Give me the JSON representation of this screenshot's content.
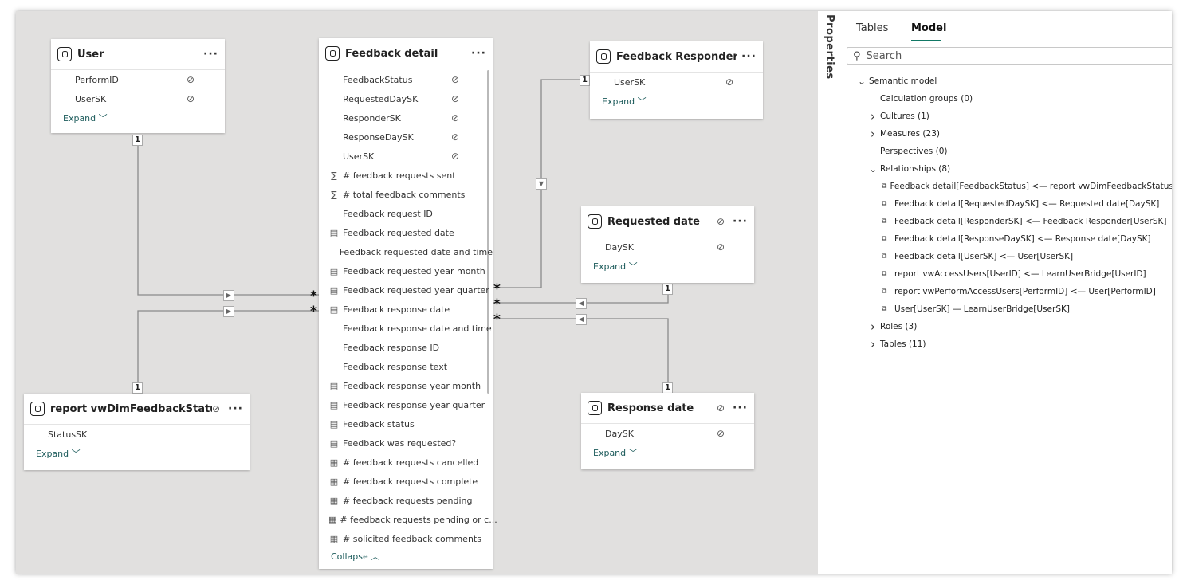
{
  "diagram": {
    "user": {
      "title": "User",
      "fields": [
        {
          "name": "PerformID",
          "icon": "none",
          "hidden": true
        },
        {
          "name": "UserSK",
          "icon": "none",
          "hidden": true
        }
      ],
      "expand": "Expand"
    },
    "feedback_detail": {
      "title": "Feedback detail",
      "fields": [
        {
          "name": "FeedbackStatus",
          "icon": "none",
          "hidden": true
        },
        {
          "name": "RequestedDaySK",
          "icon": "none",
          "hidden": true
        },
        {
          "name": "ResponderSK",
          "icon": "none",
          "hidden": true
        },
        {
          "name": "ResponseDaySK",
          "icon": "none",
          "hidden": true
        },
        {
          "name": "UserSK",
          "icon": "none",
          "hidden": true
        },
        {
          "name": "# feedback requests sent",
          "icon": "sum",
          "hidden": false
        },
        {
          "name": "# total feedback comments",
          "icon": "sum",
          "hidden": false
        },
        {
          "name": "Feedback request ID",
          "icon": "none",
          "hidden": false
        },
        {
          "name": "Feedback requested date",
          "icon": "calc-column",
          "hidden": false
        },
        {
          "name": "Feedback requested date and time",
          "icon": "none",
          "hidden": false
        },
        {
          "name": "Feedback requested year month",
          "icon": "calc-column",
          "hidden": false
        },
        {
          "name": "Feedback requested year quarter",
          "icon": "calc-column",
          "hidden": false
        },
        {
          "name": "Feedback response date",
          "icon": "calc-column",
          "hidden": false
        },
        {
          "name": "Feedback response date and time",
          "icon": "none",
          "hidden": false
        },
        {
          "name": "Feedback response ID",
          "icon": "none",
          "hidden": false
        },
        {
          "name": "Feedback response text",
          "icon": "none",
          "hidden": false
        },
        {
          "name": "Feedback response year month",
          "icon": "calc-column",
          "hidden": false
        },
        {
          "name": "Feedback response year quarter",
          "icon": "calc-column",
          "hidden": false
        },
        {
          "name": "Feedback status",
          "icon": "calc-column",
          "hidden": false
        },
        {
          "name": "Feedback was requested?",
          "icon": "calc-column",
          "hidden": false
        },
        {
          "name": "# feedback requests cancelled",
          "icon": "measure",
          "hidden": false
        },
        {
          "name": "# feedback requests complete",
          "icon": "measure",
          "hidden": false
        },
        {
          "name": "# feedback requests pending",
          "icon": "measure",
          "hidden": false
        },
        {
          "name": "# feedback requests pending or c...",
          "icon": "measure",
          "hidden": false
        },
        {
          "name": "# solicited feedback comments",
          "icon": "measure",
          "hidden": false
        }
      ],
      "collapse": "Collapse"
    },
    "feedback_responder": {
      "title": "Feedback Responder",
      "fields": [
        {
          "name": "UserSK",
          "icon": "none",
          "hidden": true
        }
      ],
      "expand": "Expand"
    },
    "requested_date": {
      "title": "Requested date",
      "fields": [
        {
          "name": "DaySK",
          "icon": "none",
          "hidden": true
        }
      ],
      "expand": "Expand"
    },
    "response_date": {
      "title": "Response date",
      "fields": [
        {
          "name": "DaySK",
          "icon": "none",
          "hidden": true
        }
      ],
      "expand": "Expand"
    },
    "feedback_status": {
      "title": "report vwDimFeedbackStatus",
      "fields": [
        {
          "name": "StatusSK",
          "icon": "none",
          "hidden": false
        }
      ],
      "expand": "Expand"
    },
    "cardinality": {
      "one": "1",
      "many": "*"
    }
  },
  "properties_label": "Properties",
  "panel": {
    "tabs": [
      {
        "label": "Tables",
        "active": false
      },
      {
        "label": "Model",
        "active": true
      }
    ],
    "search_placeholder": "Search",
    "tree": [
      {
        "label": "Semantic model",
        "level": 0,
        "chevron": "down"
      },
      {
        "label": "Calculation groups (0)",
        "level": 1,
        "chevron": "none"
      },
      {
        "label": "Cultures (1)",
        "level": 1,
        "chevron": "right"
      },
      {
        "label": "Measures (23)",
        "level": 1,
        "chevron": "right"
      },
      {
        "label": "Perspectives (0)",
        "level": 1,
        "chevron": "none"
      },
      {
        "label": "Relationships (8)",
        "level": 1,
        "chevron": "down"
      },
      {
        "label": "Feedback detail[FeedbackStatus] <— report vwDimFeedbackStatus[...",
        "level": 2,
        "chevron": "rel"
      },
      {
        "label": "Feedback detail[RequestedDaySK] <— Requested date[DaySK]",
        "level": 2,
        "chevron": "rel"
      },
      {
        "label": "Feedback detail[ResponderSK] <— Feedback Responder[UserSK]",
        "level": 2,
        "chevron": "rel"
      },
      {
        "label": "Feedback detail[ResponseDaySK] <— Response date[DaySK]",
        "level": 2,
        "chevron": "rel"
      },
      {
        "label": "Feedback detail[UserSK] <— User[UserSK]",
        "level": 2,
        "chevron": "rel"
      },
      {
        "label": "report vwAccessUsers[UserID] <— LearnUserBridge[UserID]",
        "level": 2,
        "chevron": "rel"
      },
      {
        "label": "report vwPerformAccessUsers[PerformID] <— User[PerformID]",
        "level": 2,
        "chevron": "rel"
      },
      {
        "label": "User[UserSK] — LearnUserBridge[UserSK]",
        "level": 2,
        "chevron": "rel"
      },
      {
        "label": "Roles (3)",
        "level": 1,
        "chevron": "right"
      },
      {
        "label": "Tables (11)",
        "level": 1,
        "chevron": "right"
      }
    ]
  }
}
